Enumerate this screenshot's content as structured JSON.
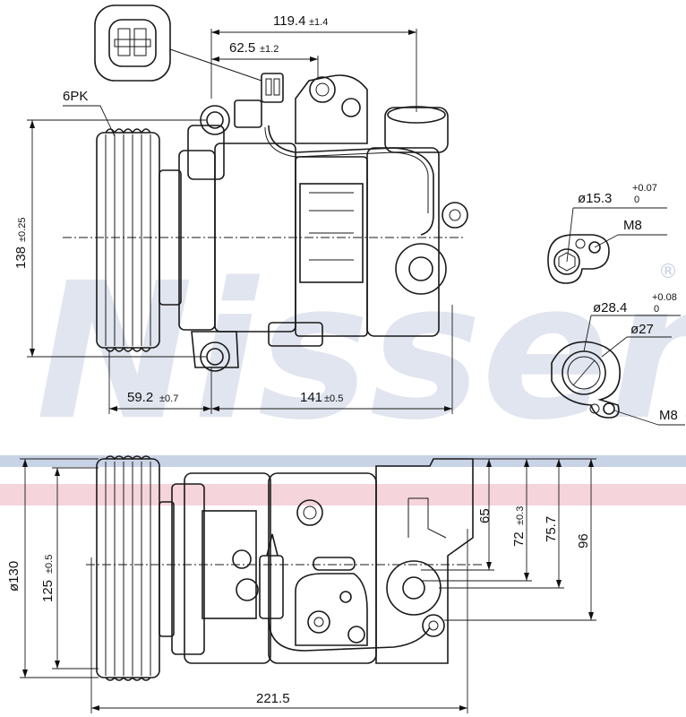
{
  "watermark": {
    "brand": "Nissens",
    "registered_mark": "®",
    "stripe_colors": {
      "blue": "#c9d3e6",
      "red": "#f3c9d2"
    },
    "text_color": "#c7d0e2"
  },
  "top_view": {
    "belt_label": "6PK",
    "overall_width": "119.4",
    "overall_width_tol": "±1.4",
    "connector_offset": "62.5",
    "connector_offset_tol": "±1.2",
    "height": "138",
    "height_tol": "±0.25",
    "pulley_offset": "59.2",
    "pulley_offset_tol": "±0.7",
    "mount_span": "141",
    "mount_span_tol": "±0.5"
  },
  "port_small": {
    "diameter_label": "ø15.3",
    "tol_upper": "+0.07",
    "tol_lower": "0",
    "thread": "M8"
  },
  "port_large": {
    "diameter_label": "ø28.4",
    "tol_upper": "+0.08",
    "tol_lower": "0",
    "inner_diameter": "ø27",
    "thread": "M8"
  },
  "side_view": {
    "pulley_diameter": "ø130",
    "bolt_circle": "125",
    "bolt_circle_tol": "±0.5",
    "dim_65": "65",
    "dim_72": "72",
    "dim_72_tol": "±0.3",
    "dim_75": "75.7",
    "dim_96": "96",
    "overall_length": "221.5"
  }
}
